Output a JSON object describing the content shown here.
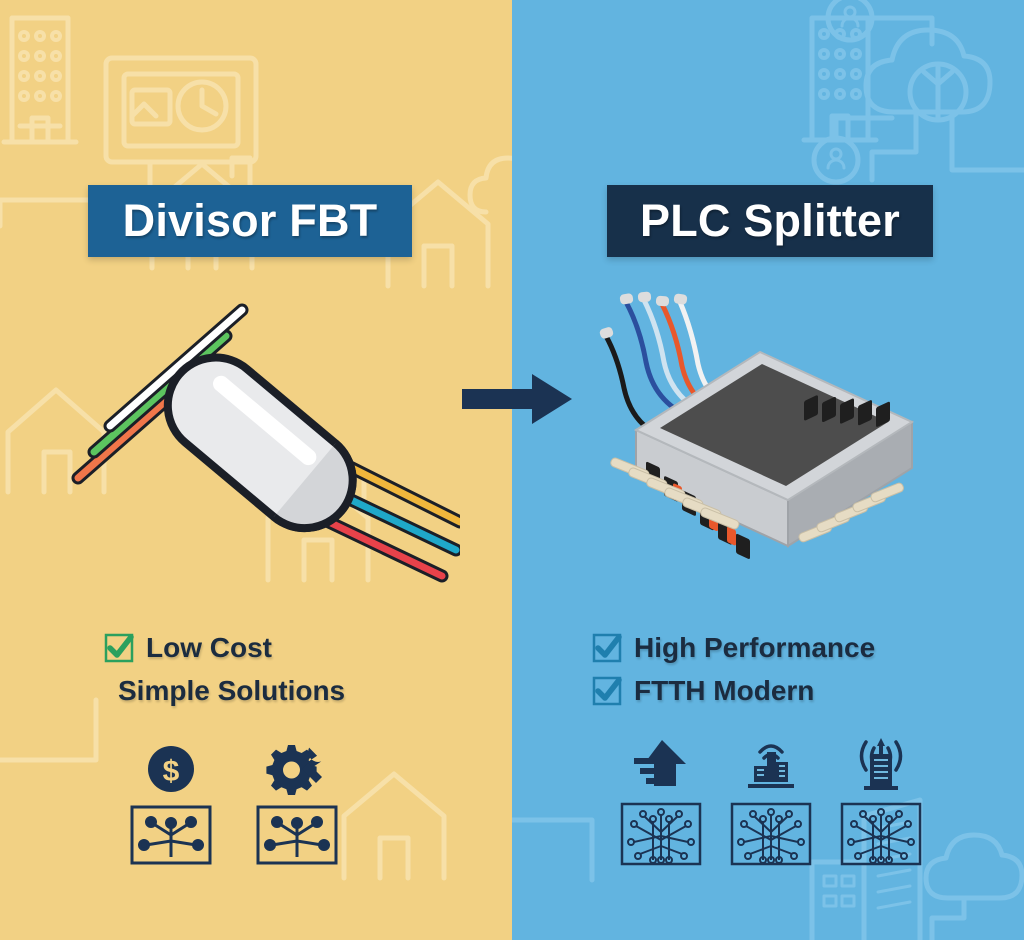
{
  "theme": {
    "left_bg": "#f2d184",
    "right_bg": "#62b4e0",
    "left_banner_bg": "#1d6295",
    "right_banner_bg": "#17304a",
    "banner_text_color": "#ffffff",
    "body_text_color": "#1b2c40",
    "left_check_color": "#2ba05e",
    "right_check_color": "#1f7fae",
    "arrow_color": "#1b3353",
    "left_bg_art_color": "#f7e0a8",
    "right_bg_art_color": "#7cc2e8"
  },
  "left": {
    "title": "Divisor FBT",
    "features": [
      {
        "label": "Low Cost",
        "checked": true,
        "check_color": "#2ba05e"
      },
      {
        "label": "Simple Solutions",
        "checked": false,
        "check_color": "#2ba05e"
      }
    ],
    "icons": [
      {
        "name": "dollar-coin-icon",
        "label": "dollar-coin"
      },
      {
        "name": "gear-wrench-icon",
        "label": "gear-wrench"
      }
    ],
    "splitter_boxes": [
      {
        "name": "splitter-diagram-icon-1"
      },
      {
        "name": "splitter-diagram-icon-2"
      }
    ],
    "product": {
      "name": "fbt-coupler-illustration",
      "body_color": "#e9eaec",
      "input_fiber_colors": [
        "#ffffff",
        "#5cc45f",
        "#f0764a"
      ],
      "output_fiber_colors": [
        "#f0b73c",
        "#1fa8c9",
        "#e8424a"
      ]
    }
  },
  "right": {
    "title": "PLC Splitter",
    "features": [
      {
        "label": "High Performance",
        "checked": true,
        "check_color": "#1f7fae"
      },
      {
        "label": "FTTH Modern",
        "checked": true,
        "check_color": "#1f7fae"
      }
    ],
    "icons": [
      {
        "name": "speed-arrow-icon",
        "label": "speed-up-arrow"
      },
      {
        "name": "building-wifi-icon",
        "label": "building-wifi"
      },
      {
        "name": "tower-broadcast-icon",
        "label": "tower-broadcast"
      }
    ],
    "splitter_boxes": [
      {
        "name": "plc-splitter-diagram-icon-1"
      },
      {
        "name": "plc-splitter-diagram-icon-2"
      },
      {
        "name": "plc-splitter-diagram-icon-3"
      }
    ],
    "product": {
      "name": "plc-splitter-module-illustration",
      "body_color": "#b9bcbf",
      "top_color": "#4d4d4d",
      "pigtail_colors": [
        "#1a1a1a",
        "#2b4f9e",
        "#f2f2f2",
        "#e8582c"
      ]
    }
  },
  "arrow": {
    "name": "transition-arrow",
    "direction": "right"
  }
}
